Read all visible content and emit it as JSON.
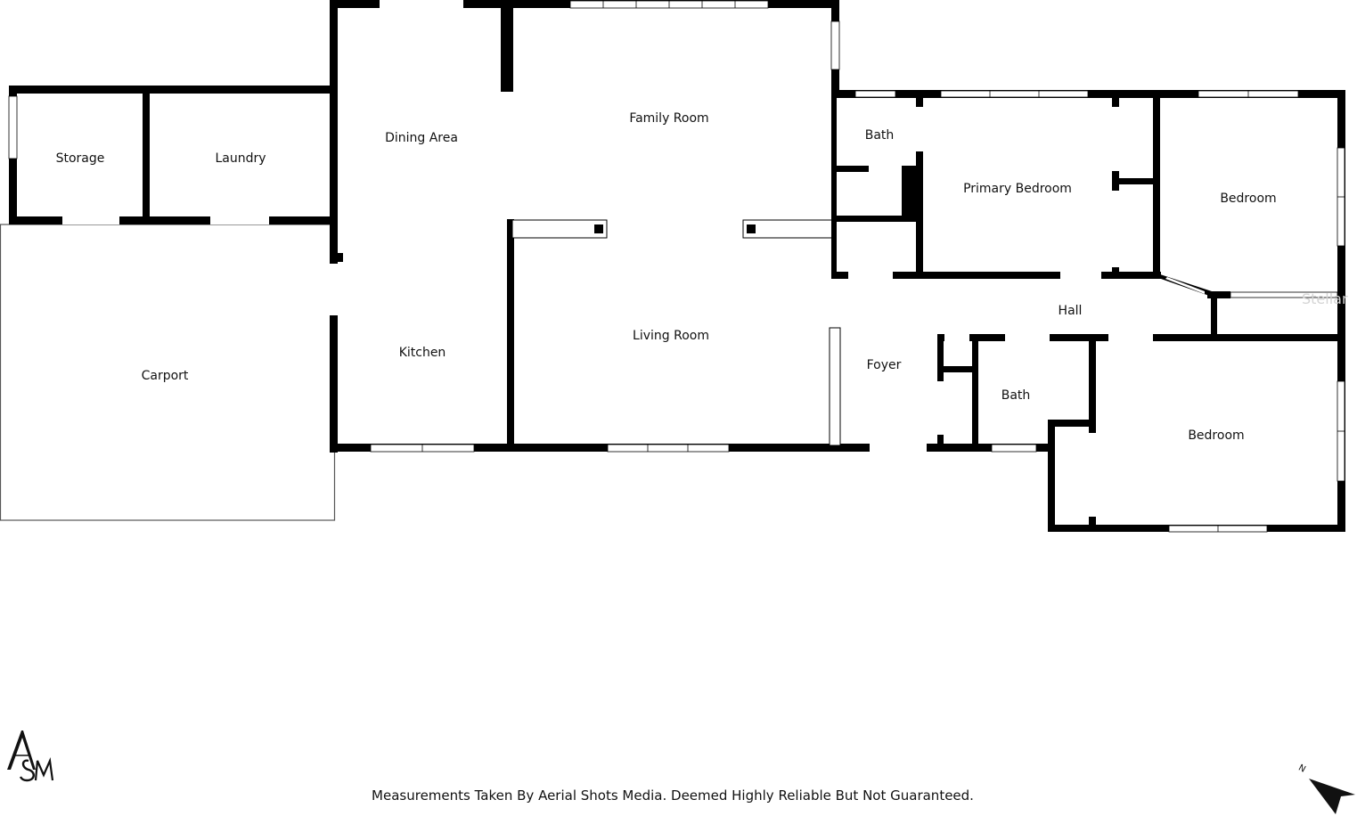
{
  "rooms": [
    {
      "id": "storage",
      "label": "Storage"
    },
    {
      "id": "laundry",
      "label": "Laundry"
    },
    {
      "id": "dining",
      "label": "Dining Area"
    },
    {
      "id": "family",
      "label": "Family Room"
    },
    {
      "id": "bath1",
      "label": "Bath"
    },
    {
      "id": "primary",
      "label": "Primary Bedroom"
    },
    {
      "id": "bedroom1",
      "label": "Bedroom"
    },
    {
      "id": "carport",
      "label": "Carport"
    },
    {
      "id": "kitchen",
      "label": "Kitchen"
    },
    {
      "id": "living",
      "label": "Living Room"
    },
    {
      "id": "hall",
      "label": "Hall"
    },
    {
      "id": "foyer",
      "label": "Foyer"
    },
    {
      "id": "bath2",
      "label": "Bath"
    },
    {
      "id": "bedroom2",
      "label": "Bedroom"
    }
  ],
  "footer": {
    "disclaimer": "Measurements Taken By Aerial Shots Media. Deemed Highly Reliable But Not Guaranteed."
  },
  "logo": {
    "text": "ASM"
  },
  "compass": {
    "label": "N"
  },
  "watermark": {
    "text": "Stellar"
  }
}
